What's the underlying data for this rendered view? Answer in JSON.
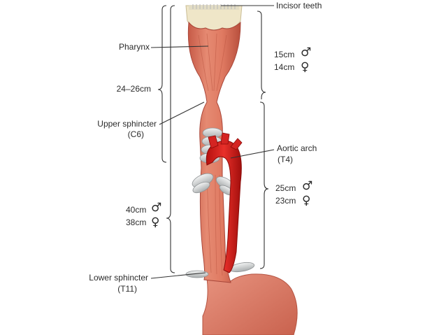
{
  "labels": {
    "incisor_teeth": "Incisor teeth",
    "pharynx": "Pharynx",
    "length_total_upper": "24–26cm",
    "upper_sphincter": "Upper sphincter",
    "upper_sphincter_level": "(C6)",
    "aortic_arch": "Aortic arch",
    "aortic_arch_level": "(T4)",
    "lower_sphincter": "Lower sphincter",
    "lower_sphincter_level": "(T11)"
  },
  "measurements": {
    "upper_male": "15cm",
    "upper_female": "14cm",
    "middle_male": "25cm",
    "middle_female": "23cm",
    "total_male": "40cm",
    "total_female": "38cm"
  },
  "symbols": {
    "male": "♂",
    "female": "♀"
  },
  "colors": {
    "muscle": "#d9705a",
    "muscle_dark": "#b8503e",
    "aorta": "#d8201e",
    "teeth": "#efe6c8",
    "cartilage": "#d4d6d6",
    "line": "#333333"
  }
}
